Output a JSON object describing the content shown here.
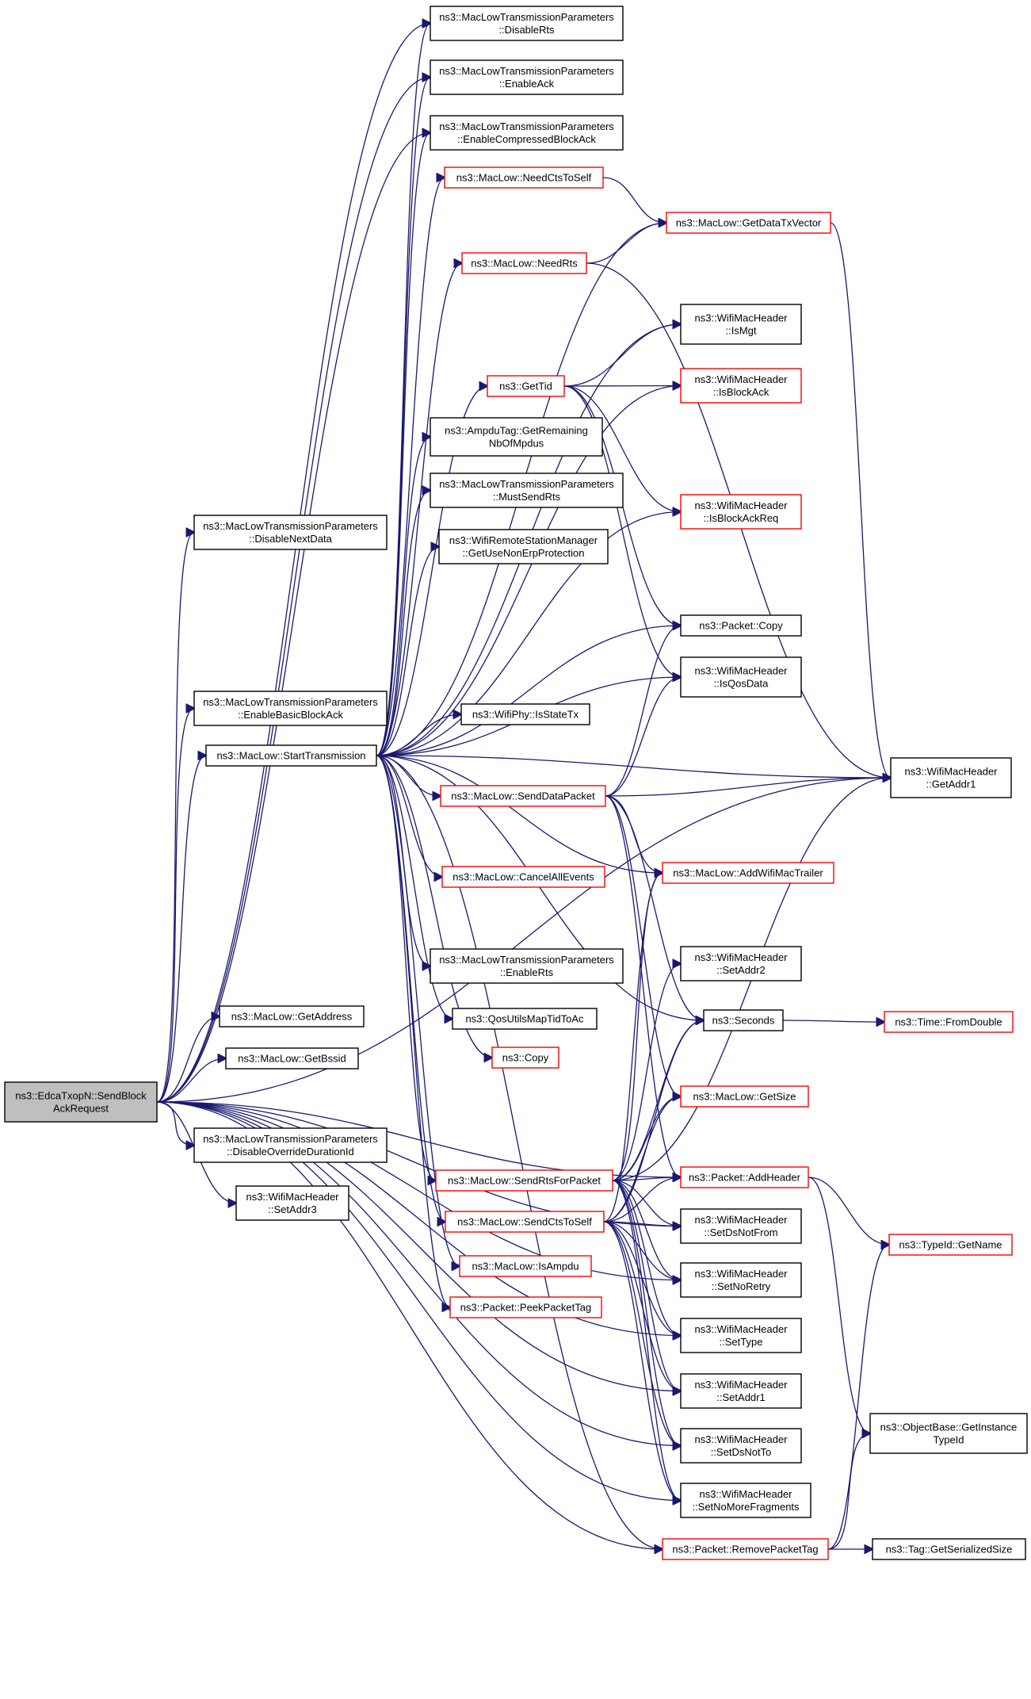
{
  "nodes": {
    "root": {
      "lines": [
        "ns3::EdcaTxopN::SendBlock",
        "AckRequest"
      ],
      "style": "root"
    },
    "disableRts": {
      "lines": [
        "ns3::MacLowTransmissionParameters",
        "::DisableRts"
      ],
      "style": "black"
    },
    "enableAck": {
      "lines": [
        "ns3::MacLowTransmissionParameters",
        "::EnableAck"
      ],
      "style": "black"
    },
    "enableCompressed": {
      "lines": [
        "ns3::MacLowTransmissionParameters",
        "::EnableCompressedBlockAck"
      ],
      "style": "black"
    },
    "needCtsToSelf": {
      "lines": [
        "ns3::MacLow::NeedCtsToSelf"
      ],
      "style": "red"
    },
    "getDataTxVector": {
      "lines": [
        "ns3::MacLow::GetDataTxVector"
      ],
      "style": "red"
    },
    "needRts": {
      "lines": [
        "ns3::MacLow::NeedRts"
      ],
      "style": "red"
    },
    "isMgt": {
      "lines": [
        "ns3::WifiMacHeader",
        "::IsMgt"
      ],
      "style": "black"
    },
    "getTid": {
      "lines": [
        "ns3::GetTid"
      ],
      "style": "red"
    },
    "isBlockAck": {
      "lines": [
        "ns3::WifiMacHeader",
        "::IsBlockAck"
      ],
      "style": "red"
    },
    "ampduTag": {
      "lines": [
        "ns3::AmpduTag::GetRemaining",
        "NbOfMpdus"
      ],
      "style": "black"
    },
    "mustSendRts": {
      "lines": [
        "ns3::MacLowTransmissionParameters",
        "::MustSendRts"
      ],
      "style": "black"
    },
    "disableNextData": {
      "lines": [
        "ns3::MacLowTransmissionParameters",
        "::DisableNextData"
      ],
      "style": "black"
    },
    "isBlockAckReq": {
      "lines": [
        "ns3::WifiMacHeader",
        "::IsBlockAckReq"
      ],
      "style": "red"
    },
    "getUseNonErp": {
      "lines": [
        "ns3::WifiRemoteStationManager",
        "::GetUseNonErpProtection"
      ],
      "style": "black"
    },
    "packetCopy": {
      "lines": [
        "ns3::Packet::Copy"
      ],
      "style": "black"
    },
    "isQosData": {
      "lines": [
        "ns3::WifiMacHeader",
        "::IsQosData"
      ],
      "style": "black"
    },
    "enableBasicBlockAck": {
      "lines": [
        "ns3::MacLowTransmissionParameters",
        "::EnableBasicBlockAck"
      ],
      "style": "black"
    },
    "isStateTx": {
      "lines": [
        "ns3::WifiPhy::IsStateTx"
      ],
      "style": "black"
    },
    "startTransmission": {
      "lines": [
        "ns3::MacLow::StartTransmission"
      ],
      "style": "black"
    },
    "getAddr1": {
      "lines": [
        "ns3::WifiMacHeader",
        "::GetAddr1"
      ],
      "style": "black"
    },
    "sendDataPacket": {
      "lines": [
        "ns3::MacLow::SendDataPacket"
      ],
      "style": "red"
    },
    "cancelAllEvents": {
      "lines": [
        "ns3::MacLow::CancelAllEvents"
      ],
      "style": "red"
    },
    "addWifiMacTrailer": {
      "lines": [
        "ns3::MacLow::AddWifiMacTrailer"
      ],
      "style": "red"
    },
    "enableRts": {
      "lines": [
        "ns3::MacLowTransmissionParameters",
        "::EnableRts"
      ],
      "style": "black"
    },
    "setAddr2": {
      "lines": [
        "ns3::WifiMacHeader",
        "::SetAddr2"
      ],
      "style": "black"
    },
    "getAddress": {
      "lines": [
        "ns3::MacLow::GetAddress"
      ],
      "style": "black"
    },
    "qosUtils": {
      "lines": [
        "ns3::QosUtilsMapTidToAc"
      ],
      "style": "black"
    },
    "seconds": {
      "lines": [
        "ns3::Seconds"
      ],
      "style": "black"
    },
    "fromDouble": {
      "lines": [
        "ns3::Time::FromDouble"
      ],
      "style": "red"
    },
    "getBssid": {
      "lines": [
        "ns3::MacLow::GetBssid"
      ],
      "style": "black"
    },
    "nsCopy": {
      "lines": [
        "ns3::Copy"
      ],
      "style": "red"
    },
    "getSize": {
      "lines": [
        "ns3::MacLow::GetSize"
      ],
      "style": "red"
    },
    "disableOverride": {
      "lines": [
        "ns3::MacLowTransmissionParameters",
        "::DisableOverrideDurationId"
      ],
      "style": "black"
    },
    "sendRtsForPacket": {
      "lines": [
        "ns3::MacLow::SendRtsForPacket"
      ],
      "style": "red"
    },
    "addHeader": {
      "lines": [
        "ns3::Packet::AddHeader"
      ],
      "style": "red"
    },
    "setAddr3": {
      "lines": [
        "ns3::WifiMacHeader",
        "::SetAddr3"
      ],
      "style": "black"
    },
    "sendCtsToSelf": {
      "lines": [
        "ns3::MacLow::SendCtsToSelf"
      ],
      "style": "red"
    },
    "setDsNotFrom": {
      "lines": [
        "ns3::WifiMacHeader",
        "::SetDsNotFrom"
      ],
      "style": "black"
    },
    "getName": {
      "lines": [
        "ns3::TypeId::GetName"
      ],
      "style": "red"
    },
    "isAmpdu": {
      "lines": [
        "ns3::MacLow::IsAmpdu"
      ],
      "style": "red"
    },
    "setNoRetry": {
      "lines": [
        "ns3::WifiMacHeader",
        "::SetNoRetry"
      ],
      "style": "black"
    },
    "peekPacketTag": {
      "lines": [
        "ns3::Packet::PeekPacketTag"
      ],
      "style": "red"
    },
    "setType": {
      "lines": [
        "ns3::WifiMacHeader",
        "::SetType"
      ],
      "style": "black"
    },
    "setAddr1": {
      "lines": [
        "ns3::WifiMacHeader",
        "::SetAddr1"
      ],
      "style": "black"
    },
    "getInstanceTypeId": {
      "lines": [
        "ns3::ObjectBase::GetInstance",
        "TypeId"
      ],
      "style": "black"
    },
    "setDsNotTo": {
      "lines": [
        "ns3::WifiMacHeader",
        "::SetDsNotTo"
      ],
      "style": "black"
    },
    "setNoMoreFragments": {
      "lines": [
        "ns3::WifiMacHeader",
        "::SetNoMoreFragments"
      ],
      "style": "black"
    },
    "removePacketTag": {
      "lines": [
        "ns3::Packet::RemovePacketTag"
      ],
      "style": "red"
    },
    "getSerializedSize": {
      "lines": [
        "ns3::Tag::GetSerializedSize"
      ],
      "style": "black"
    }
  },
  "edges": [
    [
      "root",
      "startTransmission"
    ],
    [
      "root",
      "disableNextData"
    ],
    [
      "root",
      "enableBasicBlockAck"
    ],
    [
      "root",
      "getAddress"
    ],
    [
      "root",
      "getBssid"
    ],
    [
      "root",
      "disableOverride"
    ],
    [
      "root",
      "setAddr3"
    ],
    [
      "root",
      "getAddr1"
    ],
    [
      "root",
      "addHeader"
    ],
    [
      "root",
      "setDsNotFrom"
    ],
    [
      "root",
      "setNoRetry"
    ],
    [
      "root",
      "setType"
    ],
    [
      "root",
      "setAddr1"
    ],
    [
      "root",
      "setDsNotTo"
    ],
    [
      "root",
      "setNoMoreFragments"
    ],
    [
      "root",
      "removePacketTag"
    ],
    [
      "root",
      "disableRts"
    ],
    [
      "root",
      "enableAck"
    ],
    [
      "root",
      "enableCompressed"
    ],
    [
      "startTransmission",
      "disableRts"
    ],
    [
      "startTransmission",
      "enableAck"
    ],
    [
      "startTransmission",
      "enableCompressed"
    ],
    [
      "startTransmission",
      "needCtsToSelf"
    ],
    [
      "startTransmission",
      "getDataTxVector"
    ],
    [
      "startTransmission",
      "needRts"
    ],
    [
      "startTransmission",
      "isMgt"
    ],
    [
      "startTransmission",
      "getTid"
    ],
    [
      "startTransmission",
      "isBlockAck"
    ],
    [
      "startTransmission",
      "ampduTag"
    ],
    [
      "startTransmission",
      "mustSendRts"
    ],
    [
      "startTransmission",
      "getUseNonErp"
    ],
    [
      "startTransmission",
      "isBlockAckReq"
    ],
    [
      "startTransmission",
      "packetCopy"
    ],
    [
      "startTransmission",
      "isQosData"
    ],
    [
      "startTransmission",
      "isStateTx"
    ],
    [
      "startTransmission",
      "getAddr1"
    ],
    [
      "startTransmission",
      "sendDataPacket"
    ],
    [
      "startTransmission",
      "cancelAllEvents"
    ],
    [
      "startTransmission",
      "addWifiMacTrailer"
    ],
    [
      "startTransmission",
      "enableRts"
    ],
    [
      "startTransmission",
      "qosUtils"
    ],
    [
      "startTransmission",
      "nsCopy"
    ],
    [
      "startTransmission",
      "seconds"
    ],
    [
      "startTransmission",
      "sendRtsForPacket"
    ],
    [
      "startTransmission",
      "sendCtsToSelf"
    ],
    [
      "startTransmission",
      "isAmpdu"
    ],
    [
      "startTransmission",
      "peekPacketTag"
    ],
    [
      "startTransmission",
      "removePacketTag"
    ],
    [
      "needCtsToSelf",
      "getDataTxVector"
    ],
    [
      "needRts",
      "getDataTxVector"
    ],
    [
      "needRts",
      "getAddr1"
    ],
    [
      "getDataTxVector",
      "getAddr1"
    ],
    [
      "getTid",
      "isMgt"
    ],
    [
      "getTid",
      "isBlockAck"
    ],
    [
      "getTid",
      "isBlockAckReq"
    ],
    [
      "getTid",
      "packetCopy"
    ],
    [
      "getTid",
      "isQosData"
    ],
    [
      "sendDataPacket",
      "getAddr1"
    ],
    [
      "sendDataPacket",
      "addWifiMacTrailer"
    ],
    [
      "sendDataPacket",
      "packetCopy"
    ],
    [
      "sendDataPacket",
      "isQosData"
    ],
    [
      "sendDataPacket",
      "seconds"
    ],
    [
      "sendDataPacket",
      "getSize"
    ],
    [
      "sendDataPacket",
      "addHeader"
    ],
    [
      "seconds",
      "fromDouble"
    ],
    [
      "sendRtsForPacket",
      "addHeader"
    ],
    [
      "sendRtsForPacket",
      "setDsNotFrom"
    ],
    [
      "sendRtsForPacket",
      "setNoRetry"
    ],
    [
      "sendRtsForPacket",
      "setType"
    ],
    [
      "sendRtsForPacket",
      "setAddr1"
    ],
    [
      "sendRtsForPacket",
      "setAddr2"
    ],
    [
      "sendRtsForPacket",
      "setDsNotTo"
    ],
    [
      "sendRtsForPacket",
      "setNoMoreFragments"
    ],
    [
      "sendRtsForPacket",
      "seconds"
    ],
    [
      "sendRtsForPacket",
      "getSize"
    ],
    [
      "sendRtsForPacket",
      "addWifiMacTrailer"
    ],
    [
      "sendRtsForPacket",
      "getAddr1"
    ],
    [
      "sendCtsToSelf",
      "addHeader"
    ],
    [
      "sendCtsToSelf",
      "setDsNotFrom"
    ],
    [
      "sendCtsToSelf",
      "setNoRetry"
    ],
    [
      "sendCtsToSelf",
      "setType"
    ],
    [
      "sendCtsToSelf",
      "setAddr1"
    ],
    [
      "sendCtsToSelf",
      "setDsNotTo"
    ],
    [
      "sendCtsToSelf",
      "setNoMoreFragments"
    ],
    [
      "sendCtsToSelf",
      "seconds"
    ],
    [
      "sendCtsToSelf",
      "getSize"
    ],
    [
      "sendCtsToSelf",
      "addWifiMacTrailer"
    ],
    [
      "addHeader",
      "getName"
    ],
    [
      "addHeader",
      "getInstanceTypeId"
    ],
    [
      "removePacketTag",
      "getName"
    ],
    [
      "removePacketTag",
      "getInstanceTypeId"
    ],
    [
      "removePacketTag",
      "getSerializedSize"
    ]
  ]
}
